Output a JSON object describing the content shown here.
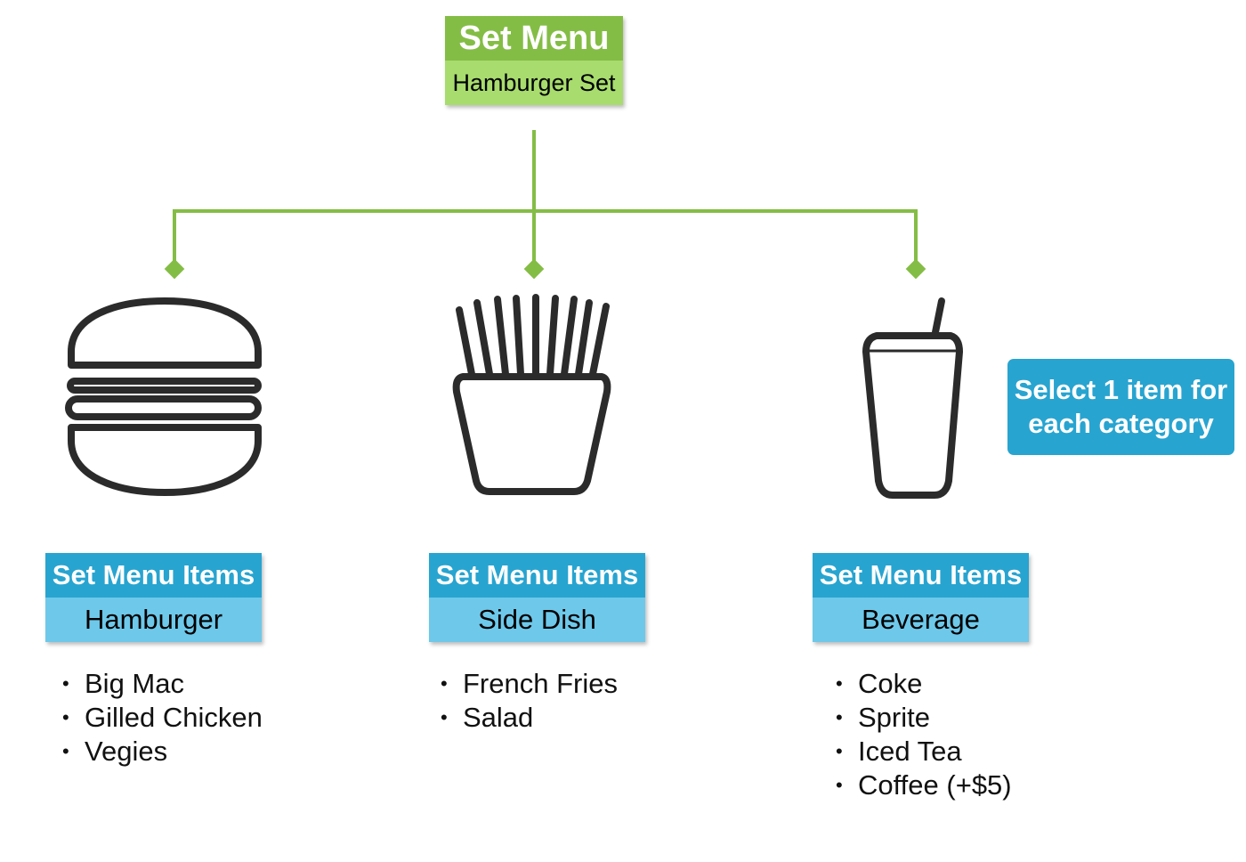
{
  "root": {
    "title": "Set Menu",
    "subtitle": "Hamburger Set"
  },
  "callout": {
    "text": "Select 1 item for each category"
  },
  "categories": [
    {
      "title": "Set Menu Items",
      "name": "Hamburger",
      "icon": "hamburger-icon",
      "items": [
        "Big Mac",
        "Gilled Chicken",
        "Vegies"
      ]
    },
    {
      "title": "Set Menu Items",
      "name": "Side Dish",
      "icon": "french-fries-icon",
      "items": [
        "French Fries",
        "Salad"
      ]
    },
    {
      "title": "Set Menu Items",
      "name": "Beverage",
      "icon": "drink-cup-icon",
      "items": [
        "Coke",
        "Sprite",
        "Iced Tea",
        "Coffee (+$5)"
      ]
    }
  ],
  "colors": {
    "green": "#84bd45",
    "light_green": "#a8dc6e",
    "blue": "#28a4d0",
    "light_blue": "#6ec8ea",
    "icon": "#2b2b2b"
  }
}
